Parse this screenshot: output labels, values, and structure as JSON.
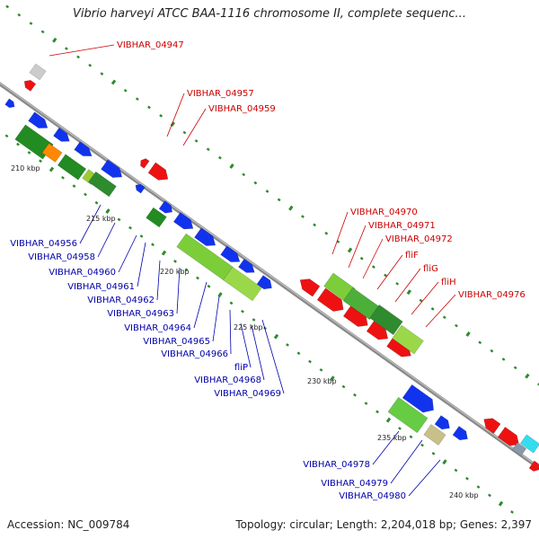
{
  "title": "Vibrio harveyi ATCC BAA-1116 chromosome II, complete sequenc...",
  "footer": {
    "accession": "Accession: NC_009784",
    "topology": "Topology: circular; Length: 2,204,018 bp; Genes: 2,397"
  },
  "colors": {
    "reverse_label": "#cc0000",
    "forward_label": "#0000aa",
    "backbone": "#888888",
    "tick_dots": "#2e8b2e"
  },
  "ticks": [
    "210 kbp",
    "215 kbp",
    "220 kbp",
    "225 kbp",
    "230 kbp",
    "235 kbp",
    "240 kbp"
  ],
  "labels": {
    "red": [
      "VIBHAR_04947",
      "VIBHAR_04957",
      "VIBHAR_04959",
      "VIBHAR_04970",
      "VIBHAR_04971",
      "VIBHAR_04972",
      "fliF",
      "fliG",
      "fliH",
      "VIBHAR_04976"
    ],
    "blue": [
      "VIBHAR_04956",
      "VIBHAR_04958",
      "VIBHAR_04960",
      "VIBHAR_04961",
      "VIBHAR_04962",
      "VIBHAR_04963",
      "VIBHAR_04964",
      "VIBHAR_04965",
      "VIBHAR_04966",
      "fliP",
      "VIBHAR_04968",
      "VIBHAR_04969",
      "VIBHAR_04978",
      "VIBHAR_04979",
      "VIBHAR_04980"
    ]
  }
}
